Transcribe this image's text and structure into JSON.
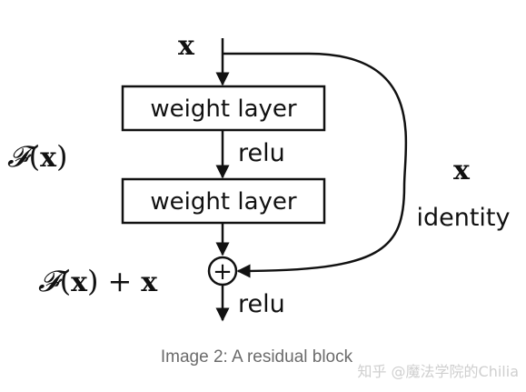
{
  "diagram": {
    "input_label": "x",
    "block_1": {
      "label": "weight layer"
    },
    "activation_1": "relu",
    "block_2": {
      "label": "weight layer"
    },
    "activation_2": "relu",
    "residual_function": {
      "symbol": "𝓕",
      "open": "(",
      "var": "x",
      "close": ")"
    },
    "sum_expression": {
      "symbol": "𝓕",
      "open": "(",
      "var": "x",
      "close": ")",
      "plus": "+",
      "var2": "x"
    },
    "shortcut_var": "x",
    "shortcut_label": "identity",
    "add_symbol": "+"
  },
  "caption": "Image 2: A residual block",
  "watermark": "知乎 @魔法学院的Chilia",
  "colors": {
    "ink": "#111111",
    "caption": "#6b6b6b",
    "watermark": "#cfcfcf"
  }
}
